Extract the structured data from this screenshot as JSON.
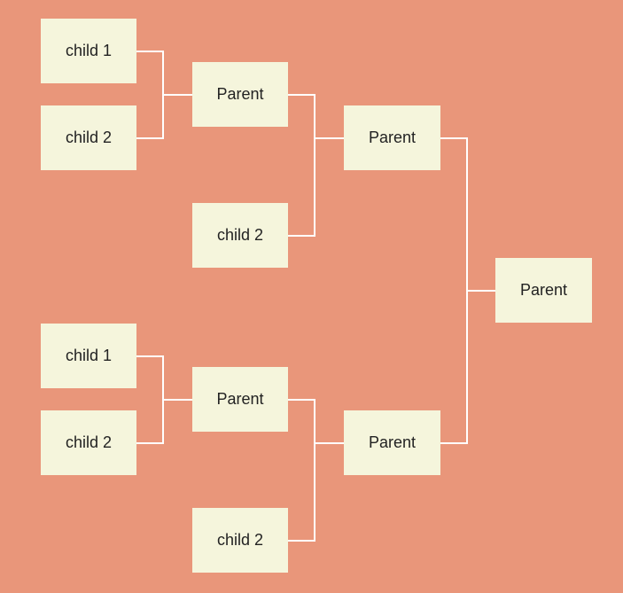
{
  "colors": {
    "background": "#E9967A",
    "node_fill": "#F5F5DC",
    "connector": "#FFFFFF",
    "text": "#222222"
  },
  "nodes": {
    "top_child_1": "child 1",
    "top_child_2": "child 2",
    "top_parent_1": "Parent",
    "top_child_2b": "child 2",
    "top_parent_2": "Parent",
    "root_parent": "Parent",
    "bottom_child_1": "child 1",
    "bottom_child_2": "child 2",
    "bottom_parent_1": "Parent",
    "bottom_child_2b": "child 2",
    "bottom_parent_2": "Parent"
  },
  "edges": [
    [
      "top_child_1",
      "top_parent_1"
    ],
    [
      "top_child_2",
      "top_parent_1"
    ],
    [
      "top_parent_1",
      "top_parent_2"
    ],
    [
      "top_child_2b",
      "top_parent_2"
    ],
    [
      "top_parent_2",
      "root_parent"
    ],
    [
      "bottom_child_1",
      "bottom_parent_1"
    ],
    [
      "bottom_child_2",
      "bottom_parent_1"
    ],
    [
      "bottom_parent_1",
      "bottom_parent_2"
    ],
    [
      "bottom_child_2b",
      "bottom_parent_2"
    ],
    [
      "bottom_parent_2",
      "root_parent"
    ]
  ]
}
